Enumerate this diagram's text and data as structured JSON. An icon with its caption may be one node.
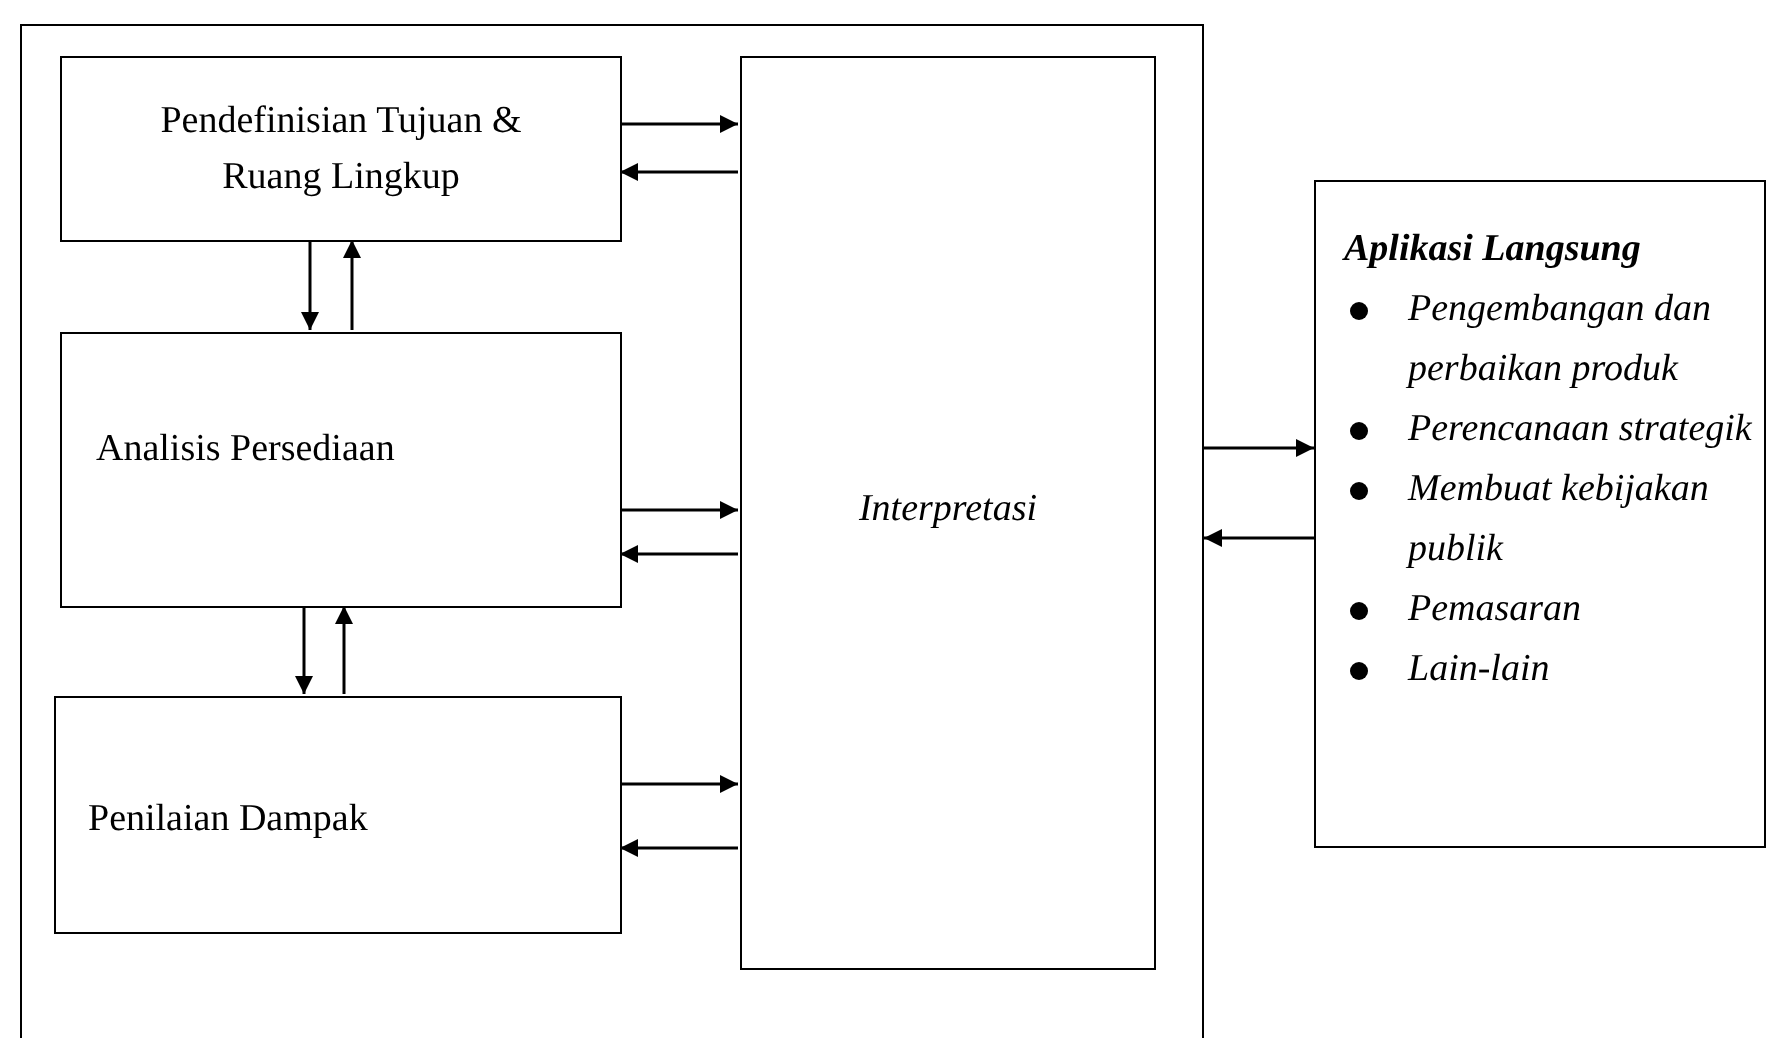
{
  "diagram": {
    "nodes": [
      {
        "text": [],
        "shape": "box"
      },
      {
        "text": [
          "Pendefinisian Tujuan & Ruang Lingkup"
        ],
        "in": 0
      },
      {
        "text": [
          "Analisis Persediaan"
        ],
        "in": 0
      },
      {
        "text": [
          "Penilaian Dampak"
        ],
        "in": 0
      },
      {
        "text": [
          "Interpretasi"
        ],
        "in": 0
      },
      {
        "text": [
          "Aplikasi Langsung",
          "Pengembangan dan perbaikan produk",
          "Perencanaan strategik",
          "Membuat kebijakan publik",
          "Pemasaran",
          "Lain-lain"
        ]
      }
    ],
    "edges": [
      {
        "from": 1,
        "to": 4,
        "arrow": "to"
      },
      {
        "from": 4,
        "to": 1,
        "arrow": "to"
      },
      {
        "from": 1,
        "to": 2,
        "arrow": "to"
      },
      {
        "from": 2,
        "to": 1,
        "arrow": "to"
      },
      {
        "from": 2,
        "to": 4,
        "arrow": "to"
      },
      {
        "from": 4,
        "to": 2,
        "arrow": "to"
      },
      {
        "from": 2,
        "to": 3,
        "arrow": "to"
      },
      {
        "from": 3,
        "to": 2,
        "arrow": "to"
      },
      {
        "from": 3,
        "to": 4,
        "arrow": "to"
      },
      {
        "from": 4,
        "to": 3,
        "arrow": "to"
      },
      {
        "from": 0,
        "to": 5,
        "arrow": "to"
      },
      {
        "from": 5,
        "to": 0,
        "arrow": "to"
      }
    ]
  }
}
